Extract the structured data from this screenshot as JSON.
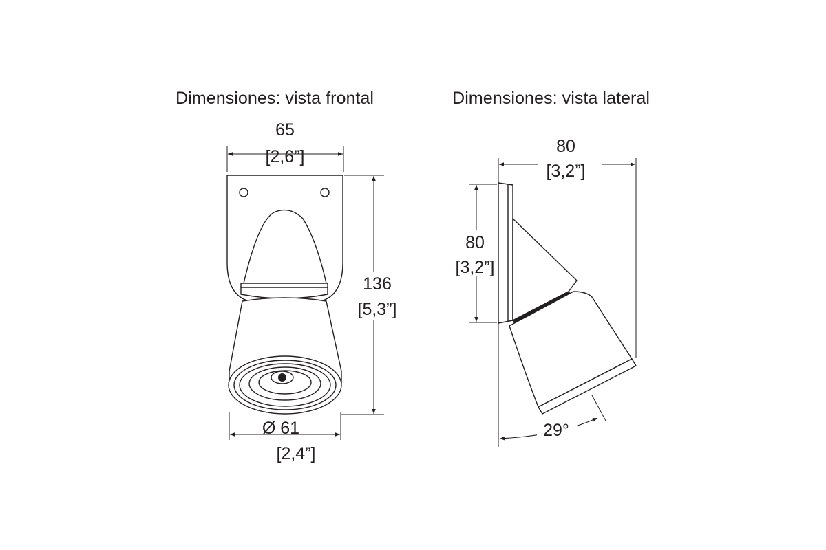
{
  "views": {
    "front": {
      "title": "Dimensiones: vista frontal",
      "width_mm": "65",
      "width_in": "[2,6”]",
      "height_mm": "136",
      "height_in": "[5,3”]",
      "diameter_mm": "Ø 61",
      "diameter_in": "[2,4”]"
    },
    "side": {
      "title": "Dimensiones: vista lateral",
      "depth_mm": "80",
      "depth_in": "[3,2”]",
      "height_mm": "80",
      "height_in": "[3,2”]",
      "angle": "29°"
    }
  },
  "colors": {
    "line": "#231f20",
    "background": "#ffffff"
  }
}
